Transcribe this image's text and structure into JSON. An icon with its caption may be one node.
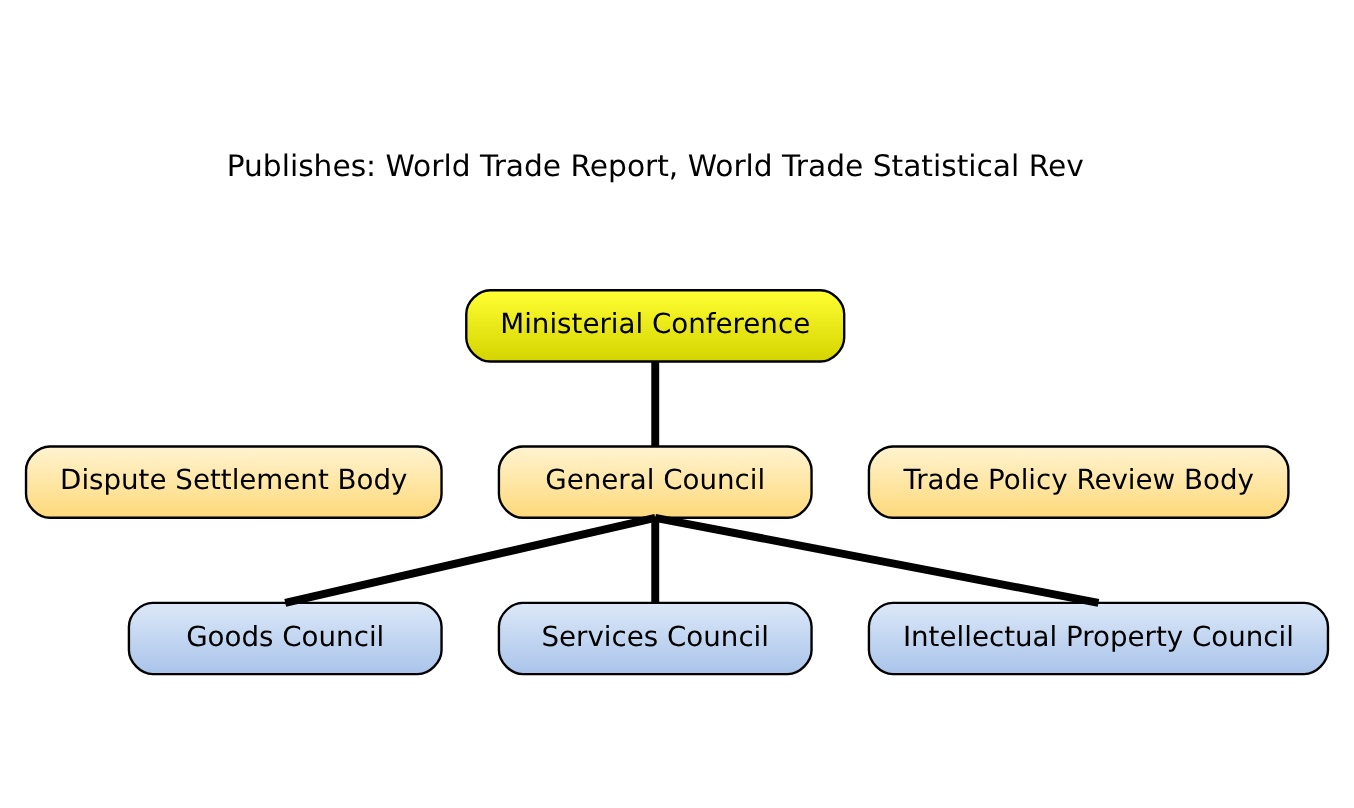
{
  "diagram": {
    "nodes": [
      {
        "text": [
          "Ministerial Conference"
        ]
      },
      {
        "text": [
          "General Council"
        ]
      },
      {
        "text": [
          "Dispute Settlement Body"
        ]
      },
      {
        "text": [
          "Trade Policy Review Body"
        ]
      },
      {
        "text": [
          "Goods Council"
        ]
      },
      {
        "text": [
          "Services Council"
        ]
      },
      {
        "text": [
          "Intellectual Property Council"
        ]
      }
    ],
    "edges": [
      {
        "from": 0,
        "to": 1,
        "arrow": "none"
      },
      {
        "from": 1,
        "to": 4,
        "arrow": "none"
      },
      {
        "from": 1,
        "to": 5,
        "arrow": "none"
      },
      {
        "from": 1,
        "to": 6,
        "arrow": "none"
      }
    ],
    "labels": [
      "Publishes: World Trade Report, World Trade Statistical Rev"
    ]
  }
}
